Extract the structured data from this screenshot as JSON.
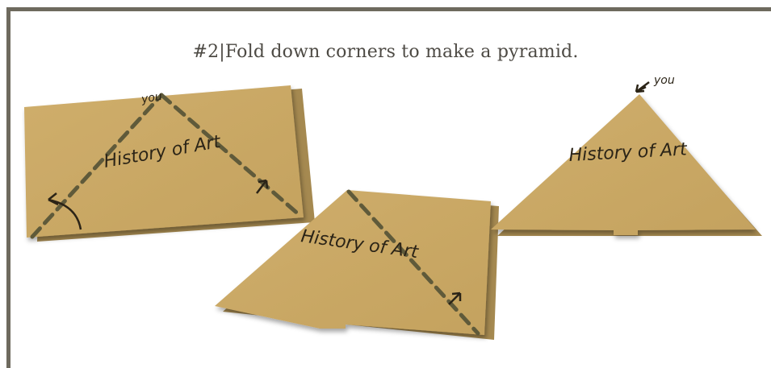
{
  "step_title": "#2|Fold down corners to make a pyramid.",
  "card_label": "History of Art",
  "pointer_label": "you",
  "colors": {
    "card": "#c9a865",
    "card_dark": "#a78a4f",
    "dash": "#5f5a3a",
    "border": "#6e6a5e"
  }
}
